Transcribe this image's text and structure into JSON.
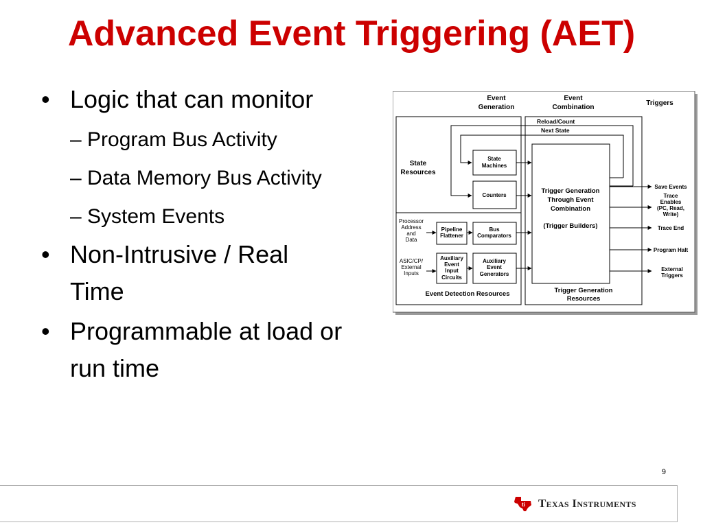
{
  "slide": {
    "title": "Advanced Event Triggering (AET)",
    "page_number": "9",
    "logo_text": "Texas Instruments",
    "accent_color": "#cc0000"
  },
  "bullets": [
    {
      "text": "Logic that can monitor",
      "sub": [
        "– Program Bus Activity",
        "– Data Memory Bus Activity",
        "– System Events"
      ]
    },
    {
      "line1": "Non-Intrusive / Real",
      "line2": "Time"
    },
    {
      "line1": "Programmable at load or",
      "line2": "run time"
    }
  ],
  "diagram": {
    "headers": {
      "event_gen_1": "Event",
      "event_gen_2": "Generation",
      "event_comb_1": "Event",
      "event_comb_2": "Combination",
      "triggers": "Triggers"
    },
    "state_resources_1": "State",
    "state_resources_2": "Resources",
    "reload_count": "Reload/Count",
    "next_state": "Next State",
    "state_machines_1": "State",
    "state_machines_2": "Machines",
    "counters": "Counters",
    "trigger_gen_1": "Trigger Generation",
    "trigger_gen_2": "Through Event",
    "trigger_gen_3": "Combination",
    "trigger_builders": "(Trigger Builders)",
    "trigger_gen_res_1": "Trigger Generation",
    "trigger_gen_res_2": "Resources",
    "processor_1": "Processor",
    "processor_2": "Address",
    "processor_3": "and",
    "processor_4": "Data",
    "asic_1": "ASIC/CP/",
    "asic_2": "External",
    "asic_3": "Inputs",
    "pipeline_1": "Pipeline",
    "pipeline_2": "Flattener",
    "bus_comp_1": "Bus",
    "bus_comp_2": "Comparators",
    "aux_input_1": "Auxiliary",
    "aux_input_2": "Event",
    "aux_input_3": "Input",
    "aux_input_4": "Circuits",
    "aux_gen_1": "Auxiliary",
    "aux_gen_2": "Event",
    "aux_gen_3": "Generators",
    "event_detection": "Event Detection Resources",
    "outputs": {
      "save_events": "Save Events",
      "trace_1": "Trace",
      "trace_2": "Enables",
      "trace_3": "(PC, Read,",
      "trace_4": "Write)",
      "trace_end": "Trace End",
      "program_halt": "Program Halt",
      "external_1": "External",
      "external_2": "Triggers"
    }
  }
}
